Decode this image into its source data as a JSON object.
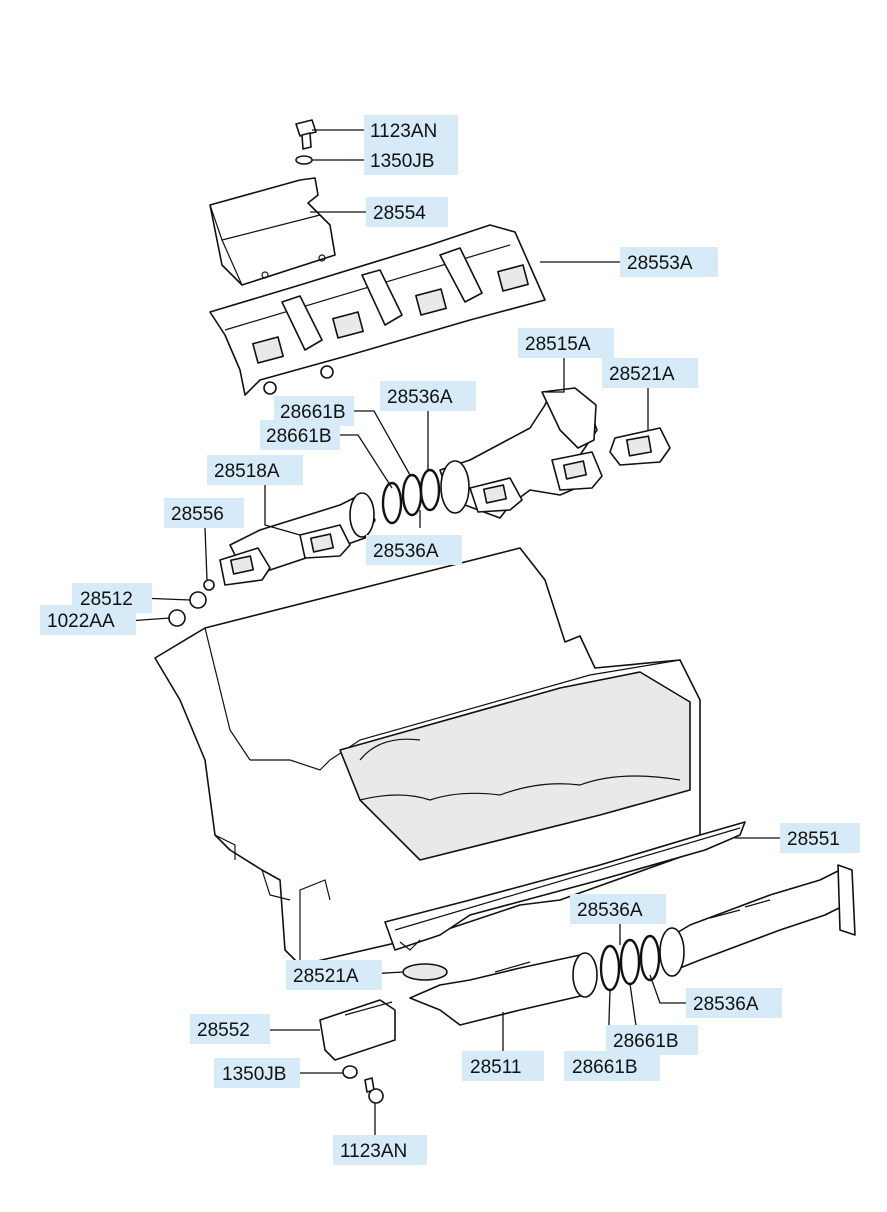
{
  "diagram": {
    "labels": [
      {
        "id": "l1",
        "text": "1123AN"
      },
      {
        "id": "l2",
        "text": "1350JB"
      },
      {
        "id": "l3",
        "text": "28554"
      },
      {
        "id": "l4",
        "text": "28553A"
      },
      {
        "id": "l5",
        "text": "28515A"
      },
      {
        "id": "l6",
        "text": "28521A"
      },
      {
        "id": "l7",
        "text": "28536A"
      },
      {
        "id": "l8",
        "text": "28661B"
      },
      {
        "id": "l9",
        "text": "28661B"
      },
      {
        "id": "l10",
        "text": "28518A"
      },
      {
        "id": "l11",
        "text": "28556"
      },
      {
        "id": "l12",
        "text": "28536A"
      },
      {
        "id": "l13",
        "text": "28512"
      },
      {
        "id": "l14",
        "text": "1022AA"
      },
      {
        "id": "l15",
        "text": "28551"
      },
      {
        "id": "l16",
        "text": "28536A"
      },
      {
        "id": "l17",
        "text": "28521A"
      },
      {
        "id": "l18",
        "text": "28536A"
      },
      {
        "id": "l19",
        "text": "28552"
      },
      {
        "id": "l20",
        "text": "28661B"
      },
      {
        "id": "l21",
        "text": "28511"
      },
      {
        "id": "l22",
        "text": "1350JB"
      },
      {
        "id": "l23",
        "text": "28661B"
      },
      {
        "id": "l24",
        "text": "1123AN"
      }
    ]
  }
}
